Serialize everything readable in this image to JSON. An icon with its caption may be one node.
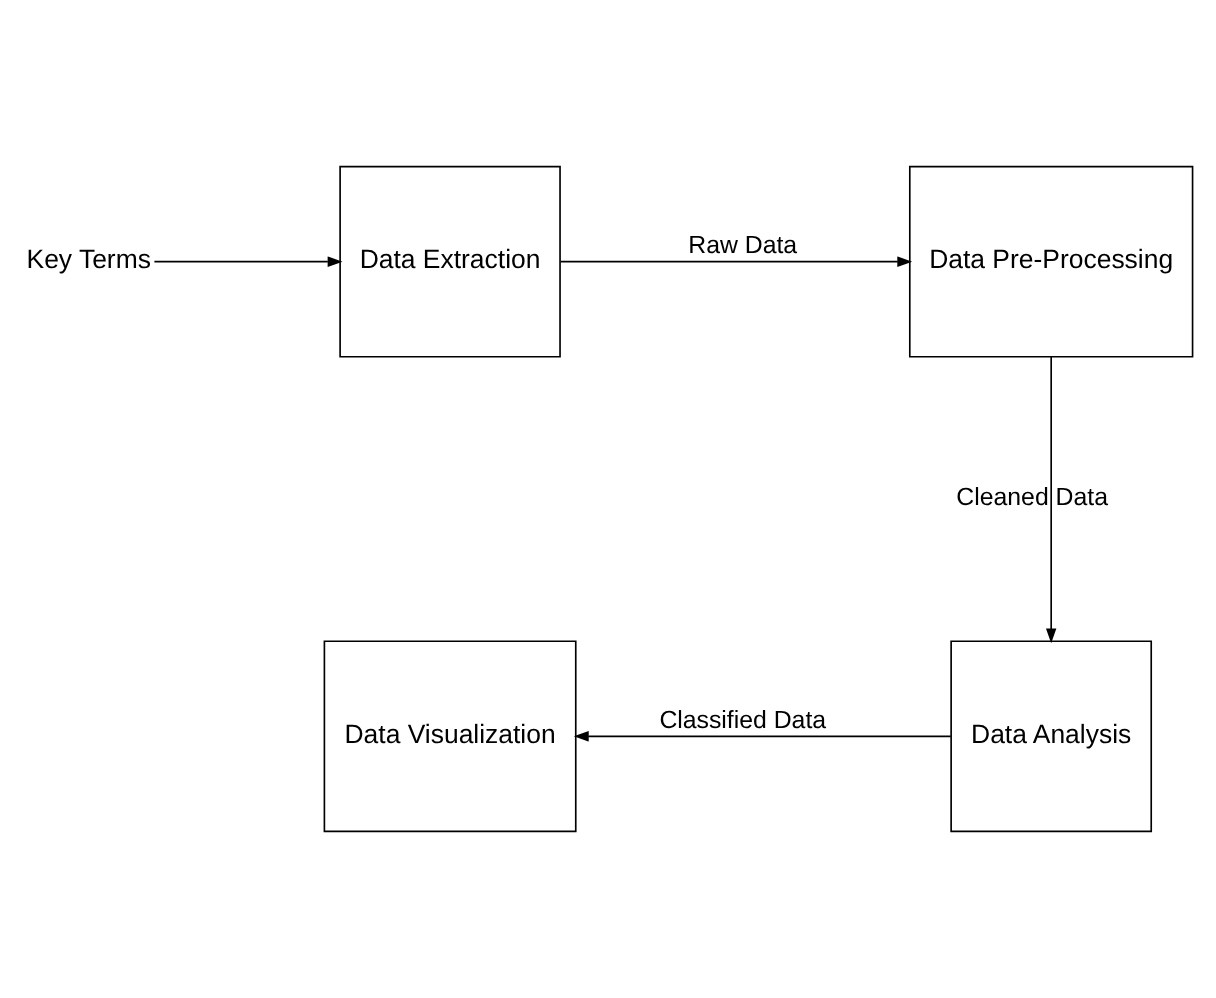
{
  "diagram": {
    "nodes": [
      {
        "text": [
          "Key Terms"
        ]
      },
      {
        "text": [
          "Data Extraction"
        ]
      },
      {
        "text": [
          "Data Pre-Processing"
        ]
      },
      {
        "text": [
          "Data Analysis"
        ]
      },
      {
        "text": [
          "Data Visualization"
        ]
      }
    ],
    "edges": [
      {
        "from": 0,
        "to": 1,
        "arrow": "to"
      },
      {
        "from": 1,
        "to": 2,
        "arrow": "to",
        "label": "Raw Data"
      },
      {
        "from": 2,
        "to": 3,
        "arrow": "to",
        "label": "Cleaned Data"
      },
      {
        "from": 3,
        "to": 4,
        "arrow": "to",
        "label": "Classified Data"
      }
    ]
  }
}
